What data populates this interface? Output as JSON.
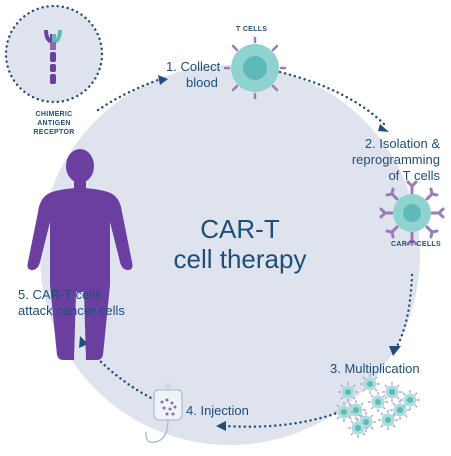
{
  "title": {
    "line1": "CAR-T",
    "line2": "cell therapy"
  },
  "receptor_label": {
    "line1": "CHIMERIC",
    "line2": "ANTIGEN RECEPTOR"
  },
  "t_cells_label": "T CELLS",
  "car_t_cells_label": "CAR-T CELLS",
  "steps": [
    {
      "line1": "1. Collect",
      "line2": "blood"
    },
    {
      "line1": "2. Isolation &",
      "line2": "reprogramming",
      "line3": "of T cells"
    },
    {
      "line1": "3. Multiplication"
    },
    {
      "line1": "4. Injection"
    },
    {
      "line1": "5. CAR-T cells",
      "line2": "attack cancer cells"
    }
  ],
  "colors": {
    "circle_fill": "#dfe3ee",
    "dots": "#1f4e79",
    "text": "#1f4e79",
    "body": "#6b3fa0",
    "cell_teal": "#8fd3d0",
    "cell_nucleus": "#5fbab7",
    "cell_spikes": "#9b7bb8"
  }
}
